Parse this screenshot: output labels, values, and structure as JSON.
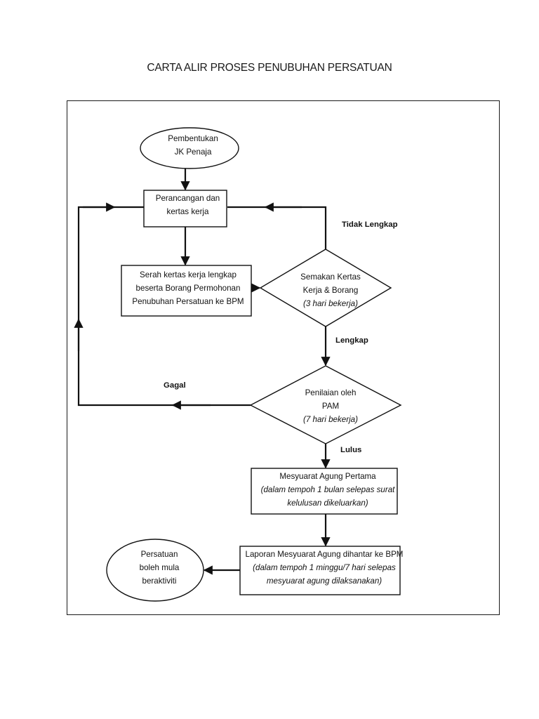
{
  "title": "CARTA ALIR PROSES PENUBUHAN PERSATUAN",
  "colors": {
    "stroke": "#111111",
    "background": "#ffffff",
    "text": "#111111"
  },
  "nodes": {
    "start": {
      "shape": "ellipse",
      "line1": "Pembentukan",
      "line2": "JK Penaja"
    },
    "perancangan": {
      "shape": "rectangle",
      "line1": "Perancangan dan",
      "line2": "kertas kerja"
    },
    "serah": {
      "shape": "rectangle",
      "line1": "Serah kertas kerja lengkap",
      "line2": "beserta Borang Permohonan",
      "line3": "Penubuhan Persatuan ke BPM"
    },
    "semakan": {
      "shape": "diamond",
      "line1": "Semakan Kertas",
      "line2": "Kerja & Borang",
      "line3": "(3 hari bekerja)"
    },
    "penilaian": {
      "shape": "diamond",
      "line1": "Penilaian oleh",
      "line2": "PAM",
      "line3": "(7 hari bekerja)"
    },
    "mesyuarat": {
      "shape": "rectangle",
      "line1": "Mesyuarat Agung Pertama",
      "line2": "(dalam tempoh 1 bulan selepas surat",
      "line3": "kelulusan dikeluarkan)"
    },
    "laporan": {
      "shape": "rectangle",
      "line1": "Laporan Mesyuarat Agung dihantar ke BPM",
      "line2": "(dalam tempoh 1 minggu/7 hari  selepas",
      "line3": "mesyuarat agung dilaksanakan)"
    },
    "end": {
      "shape": "ellipse",
      "line1": "Persatuan",
      "line2": "boleh mula",
      "line3": "beraktiviti"
    }
  },
  "edge_labels": {
    "tidak_lengkap": "Tidak Lengkap",
    "lengkap": "Lengkap",
    "gagal": "Gagal",
    "lulus": "Lulus"
  }
}
